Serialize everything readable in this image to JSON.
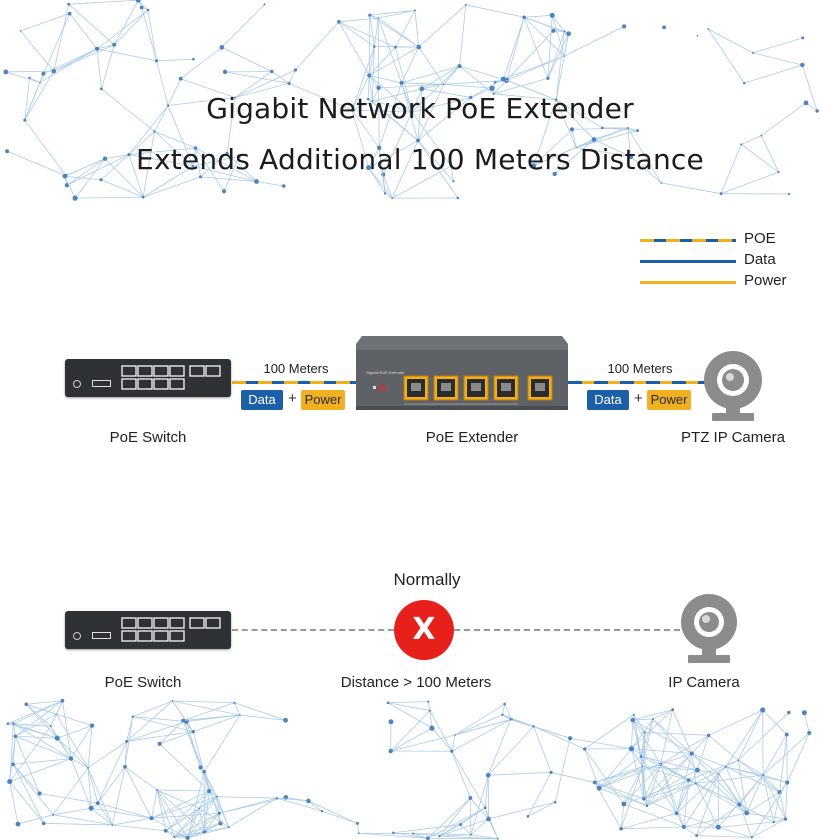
{
  "title": {
    "line1": "Gigabit Network PoE Extender",
    "line2": "Extends Additional 100 Meters Distance"
  },
  "legend": [
    {
      "label": "POE",
      "style": "dashed",
      "colors": [
        "#f0b020",
        "#1b5fa8"
      ]
    },
    {
      "label": "Data",
      "style": "solid",
      "colors": [
        "#1b5fa8"
      ]
    },
    {
      "label": "Power",
      "style": "solid",
      "colors": [
        "#f0b020"
      ]
    }
  ],
  "top_diagram": {
    "left_device": "PoE Switch",
    "middle_device": "PoE Extender",
    "right_device": "PTZ IP Camera",
    "left_link": {
      "distance": "100 Meters",
      "data": "Data",
      "plus": "+",
      "power": "Power"
    },
    "right_link": {
      "distance": "100 Meters",
      "data": "Data",
      "plus": "+",
      "power": "Power"
    }
  },
  "bottom_diagram": {
    "header": "Normally",
    "left_device": "PoE Switch",
    "middle_label": "Distance > 100 Meters",
    "right_device": "IP Camera",
    "x_mark": "X"
  },
  "colors": {
    "data_blue": "#1b5fa8",
    "power_yellow": "#f0b020",
    "x_red": "#e8201c",
    "device_gray": "#5e6266",
    "camera_gray": "#8c8c8c"
  },
  "icons": [
    "network-switch-icon",
    "poe-extender-icon",
    "ip-camera-icon",
    "x-mark-icon",
    "network-mesh-background"
  ]
}
